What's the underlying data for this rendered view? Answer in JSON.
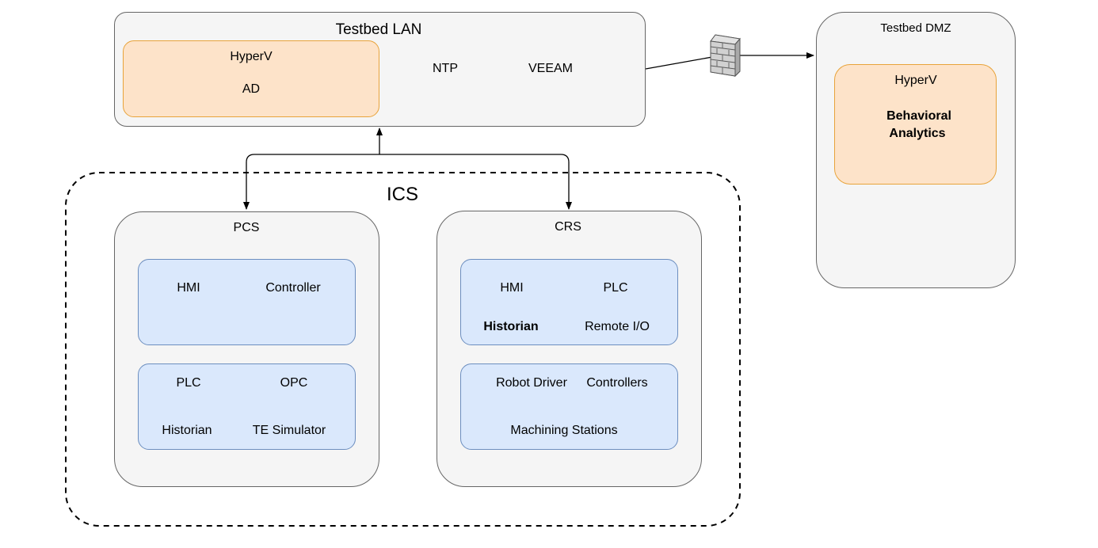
{
  "lan": {
    "title": "Testbed LAN",
    "hyperv": "HyperV",
    "ad": "AD",
    "ntp": "NTP",
    "veeam": "VEEAM"
  },
  "dmz": {
    "title": "Testbed DMZ",
    "hyperv": "HyperV",
    "analytics_line1": "Behavioral",
    "analytics_line2": "Analytics"
  },
  "ics": {
    "title": "ICS"
  },
  "pcs": {
    "title": "PCS",
    "top": {
      "hmi": "HMI",
      "controller": "Controller"
    },
    "bottom": {
      "plc": "PLC",
      "opc": "OPC",
      "historian": "Historian",
      "te_simulator": "TE Simulator"
    }
  },
  "crs": {
    "title": "CRS",
    "top": {
      "hmi": "HMI",
      "plc": "PLC",
      "historian": "Historian",
      "remote_io": "Remote I/O"
    },
    "bottom": {
      "robot_driver": "Robot Driver",
      "controllers": "Controllers",
      "machining_stations": "Machining Stations"
    }
  },
  "icons": {
    "firewall": "firewall-icon"
  },
  "colors": {
    "container_fill": "#f5f5f5",
    "container_stroke": "#666666",
    "orange_fill": "#fde3c9",
    "orange_stroke": "#e8a33a",
    "blue_fill": "#dae8fc",
    "blue_stroke": "#6c8ebf"
  }
}
